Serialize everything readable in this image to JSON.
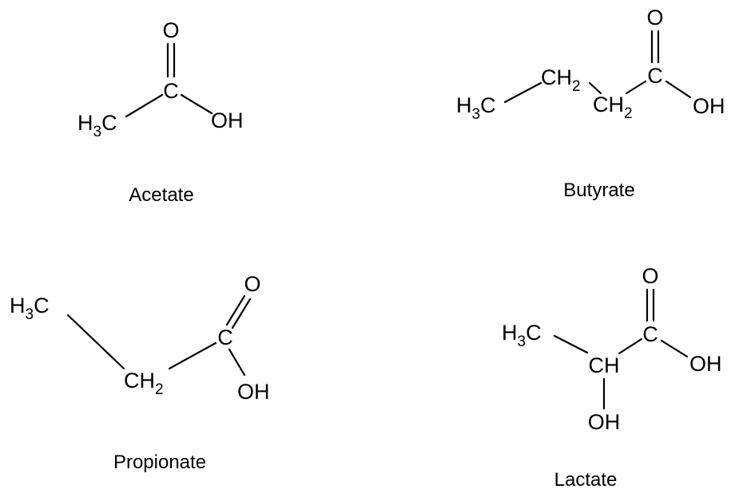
{
  "molecules": {
    "acetate": {
      "name": "Acetate",
      "atoms": {
        "carbonyl_o": "O",
        "carbon": "C",
        "methyl_h": "H",
        "methyl_c": "C",
        "methyl_sub": "3",
        "hydroxyl": "OH"
      }
    },
    "butyrate": {
      "name": "Butyrate",
      "atoms": {
        "carbonyl_o": "O",
        "carbon": "C",
        "methyl_h": "H",
        "methyl_c": "C",
        "methyl_sub": "3",
        "ch2a_ch": "CH",
        "ch2a_sub": "2",
        "ch2b_ch": "CH",
        "ch2b_sub": "2",
        "hydroxyl": "OH"
      }
    },
    "propionate": {
      "name": "Propionate",
      "atoms": {
        "carbonyl_o": "O",
        "carbon": "C",
        "methyl_h": "H",
        "methyl_c": "C",
        "methyl_sub": "3",
        "ch2_ch": "CH",
        "ch2_sub": "2",
        "hydroxyl": "OH"
      }
    },
    "lactate": {
      "name": "Lactate",
      "atoms": {
        "carbonyl_o": "O",
        "carbon": "C",
        "methyl_h": "H",
        "methyl_c": "C",
        "methyl_sub": "3",
        "ch": "CH",
        "hydroxyl": "OH",
        "side_hydroxyl": "OH"
      }
    }
  }
}
